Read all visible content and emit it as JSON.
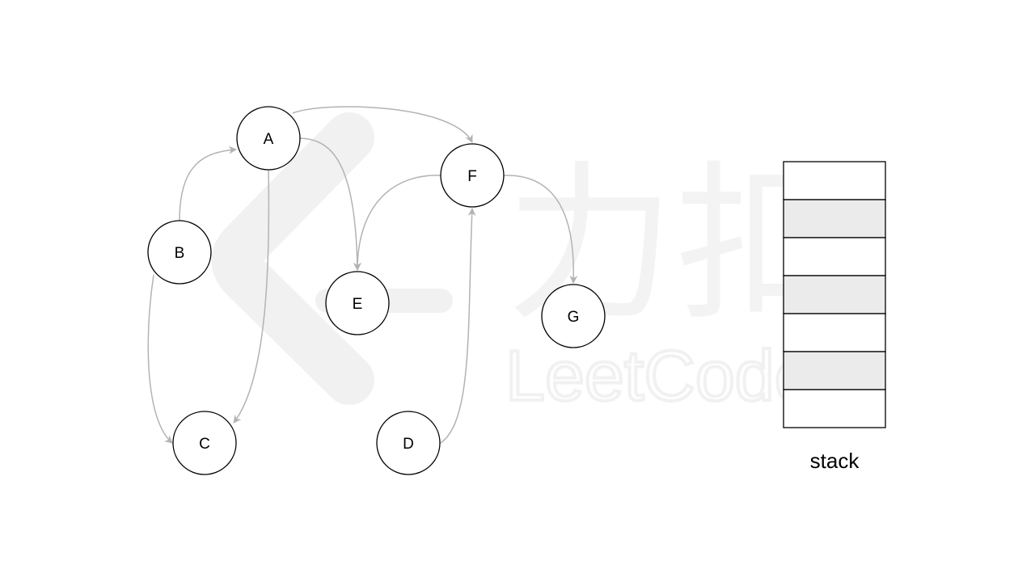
{
  "graph": {
    "nodes": [
      {
        "id": "A",
        "label": "A"
      },
      {
        "id": "B",
        "label": "B"
      },
      {
        "id": "C",
        "label": "C"
      },
      {
        "id": "D",
        "label": "D"
      },
      {
        "id": "E",
        "label": "E"
      },
      {
        "id": "F",
        "label": "F"
      },
      {
        "id": "G",
        "label": "G"
      }
    ],
    "edges": [
      {
        "from": "B",
        "to": "A"
      },
      {
        "from": "B",
        "to": "C"
      },
      {
        "from": "A",
        "to": "C"
      },
      {
        "from": "A",
        "to": "E"
      },
      {
        "from": "A",
        "to": "F"
      },
      {
        "from": "F",
        "to": "E"
      },
      {
        "from": "F",
        "to": "G"
      },
      {
        "from": "D",
        "to": "F"
      }
    ],
    "edge_color": "#b3b3b3"
  },
  "stack": {
    "label": "stack",
    "cells": [
      "",
      "",
      "",
      "",
      "",
      "",
      ""
    ],
    "cell_fills": [
      "#ffffff",
      "#ebebeb",
      "#ffffff",
      "#ebebeb",
      "#ffffff",
      "#ebebeb",
      "#ffffff"
    ]
  },
  "watermark": {
    "brand_cjk": "力扣",
    "brand_latin": "LeetCode"
  }
}
